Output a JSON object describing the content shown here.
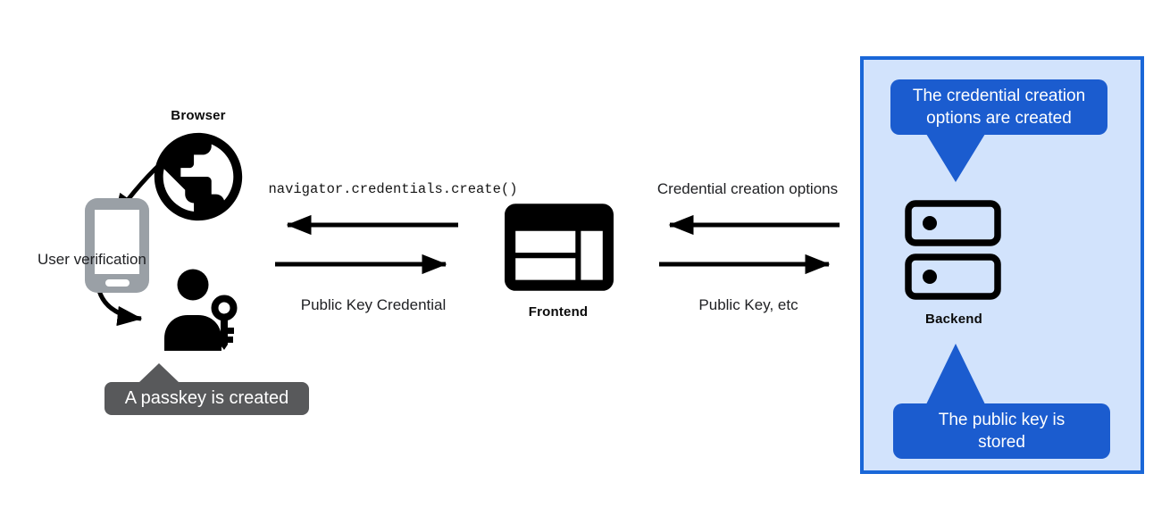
{
  "left": {
    "browser_label": "Browser",
    "user_verification_label": "User verification",
    "passkey_tooltip": "A passkey is created"
  },
  "center": {
    "api_call_label": "navigator.credentials.create()",
    "return_label": "Public Key Credential",
    "frontend_label": "Frontend"
  },
  "right": {
    "request_label": "Credential creation options",
    "response_label": "Public Key, etc",
    "backend_label": "Backend",
    "creation_tooltip_lines": [
      "The credential creation",
      "options are created"
    ],
    "stored_tooltip_lines": [
      "The public key is",
      "stored"
    ]
  },
  "icons": {
    "browser": "globe-icon",
    "user_device": "smartphone-icon",
    "user": "person-key-icon",
    "frontend": "browser-window-icon",
    "backend": "server-stack-icon"
  },
  "colors": {
    "accent_blue": "#1a67d8",
    "tooltip_blue": "#1b5ccf",
    "light_blue_bg": "#d2e3fc",
    "dark_tooltip_gray": "#58595b",
    "phone_gray": "#9aa0a6",
    "text_dark": "#202124"
  }
}
